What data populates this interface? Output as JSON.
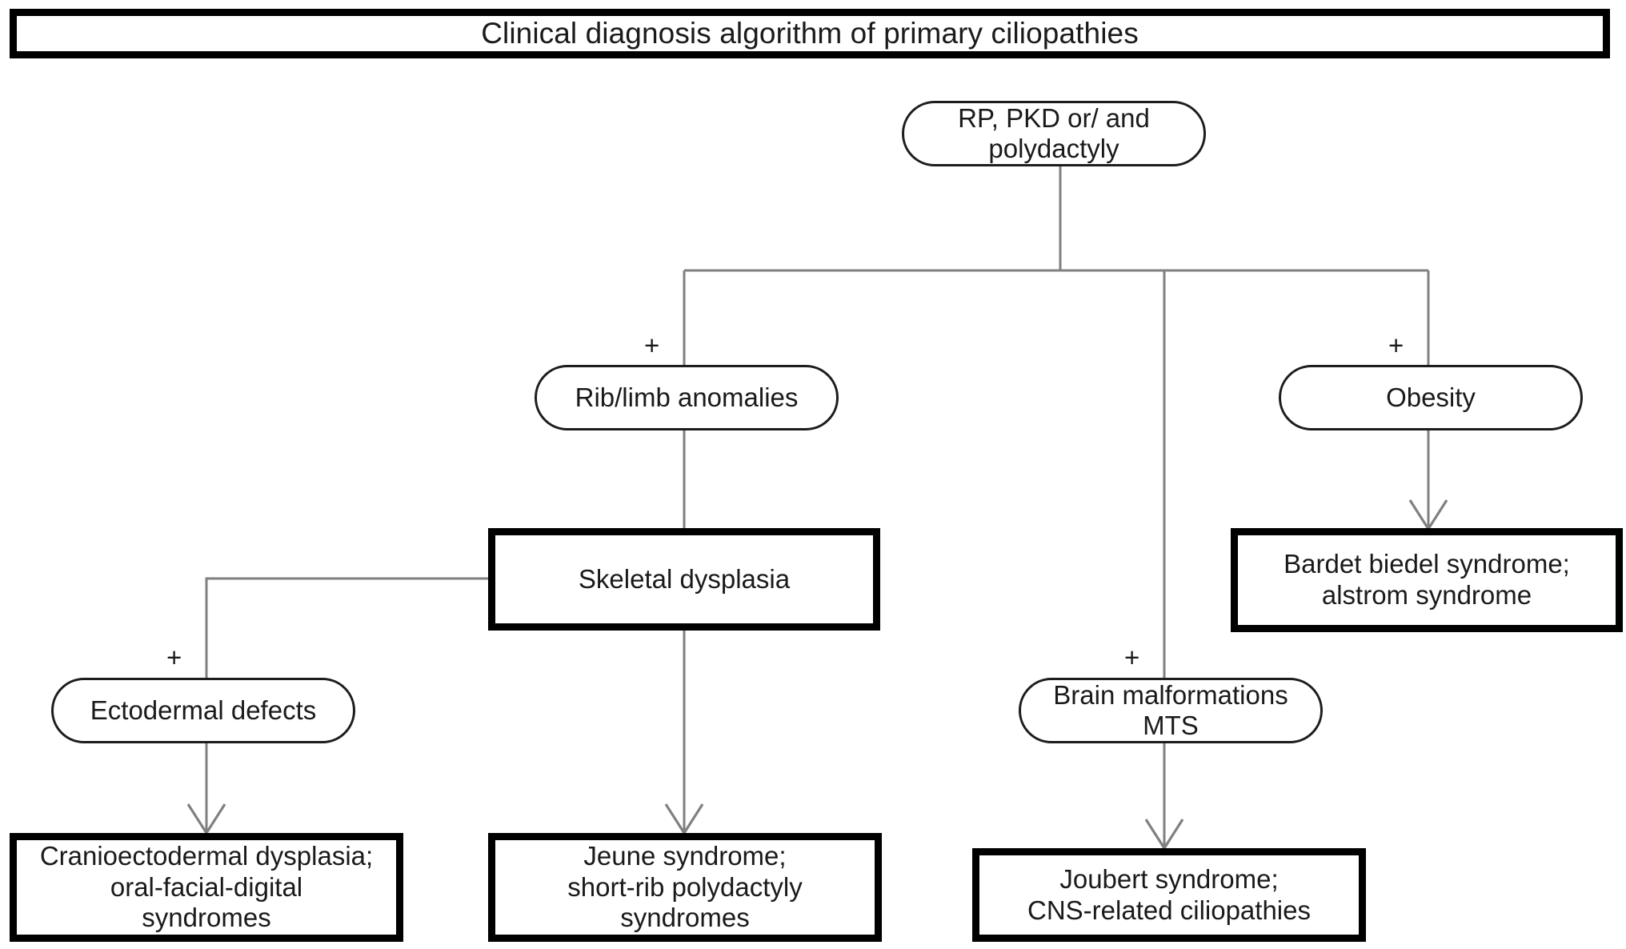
{
  "diagram": {
    "title": "Clinical diagnosis algorithm of primary ciliopathies",
    "type": "flowchart",
    "edge_marker": "+",
    "colors": {
      "background": "#ffffff",
      "heavy_border": "#000000",
      "node_border": "#1d1d1d",
      "connector": "#808080",
      "text": "#1a1a1a"
    },
    "nodes": {
      "root": {
        "label": "RP, PKD or/ and\npolydactyly",
        "shape": "stadium"
      },
      "rib_limb": {
        "label": "Rib/limb anomalies",
        "shape": "stadium",
        "marker": "+"
      },
      "obesity": {
        "label": "Obesity",
        "shape": "stadium",
        "marker": "+"
      },
      "skeletal_dysplasia": {
        "label": "Skeletal dysplasia",
        "shape": "rect"
      },
      "bardet": {
        "label": "Bardet biedel syndrome;\nalstrom syndrome",
        "shape": "rect"
      },
      "ectodermal": {
        "label": "Ectodermal defects",
        "shape": "stadium",
        "marker": "+"
      },
      "brain_malformations": {
        "label": "Brain malformations\nMTS",
        "shape": "stadium",
        "marker": "+"
      },
      "cranioectodermal": {
        "label": "Cranioectodermal dysplasia;\noral-facial-digital\nsyndromes",
        "shape": "rect"
      },
      "jeune": {
        "label": "Jeune syndrome;\nshort-rib polydactyly\nsyndromes",
        "shape": "rect"
      },
      "joubert": {
        "label": "Joubert syndrome;\nCNS-related ciliopathies",
        "shape": "rect"
      }
    },
    "edges": [
      {
        "from": "root",
        "to": "rib_limb",
        "marker": "+"
      },
      {
        "from": "root",
        "to": "brain_malformations",
        "marker": "+"
      },
      {
        "from": "root",
        "to": "obesity",
        "marker": "+"
      },
      {
        "from": "rib_limb",
        "to": "skeletal_dysplasia",
        "marker": ""
      },
      {
        "from": "skeletal_dysplasia",
        "to": "ectodermal",
        "marker": "+"
      },
      {
        "from": "skeletal_dysplasia",
        "to": "jeune",
        "marker": ""
      },
      {
        "from": "ectodermal",
        "to": "cranioectodermal",
        "marker": ""
      },
      {
        "from": "obesity",
        "to": "bardet",
        "marker": ""
      },
      {
        "from": "brain_malformations",
        "to": "joubert",
        "marker": ""
      }
    ]
  }
}
